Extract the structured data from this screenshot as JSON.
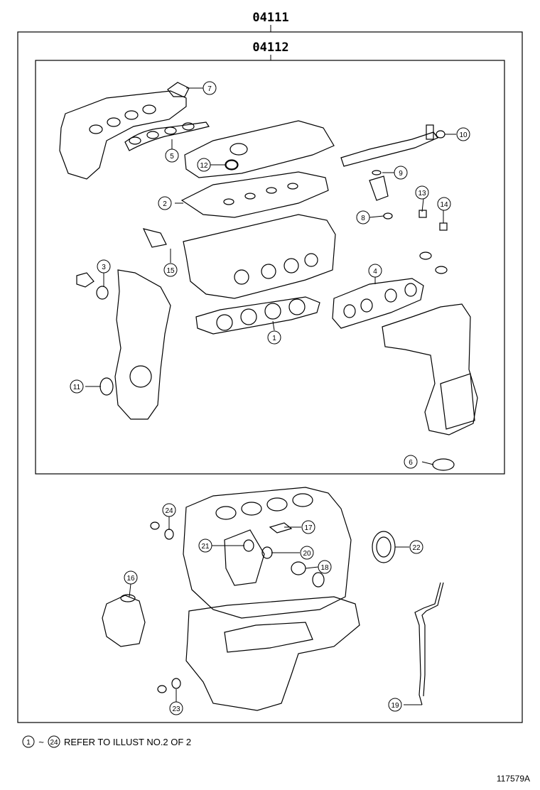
{
  "header": {
    "outer_code": "04111",
    "inner_code": "04112"
  },
  "callouts": [
    {
      "n": "1"
    },
    {
      "n": "2"
    },
    {
      "n": "3"
    },
    {
      "n": "4"
    },
    {
      "n": "5"
    },
    {
      "n": "6"
    },
    {
      "n": "7"
    },
    {
      "n": "8"
    },
    {
      "n": "9"
    },
    {
      "n": "10"
    },
    {
      "n": "11"
    },
    {
      "n": "12"
    },
    {
      "n": "13"
    },
    {
      "n": "14"
    },
    {
      "n": "15"
    },
    {
      "n": "16"
    },
    {
      "n": "17"
    },
    {
      "n": "18"
    },
    {
      "n": "19"
    },
    {
      "n": "20"
    },
    {
      "n": "21"
    },
    {
      "n": "22"
    },
    {
      "n": "23"
    },
    {
      "n": "24"
    }
  ],
  "footer": {
    "range_start": "1",
    "range_sep": "~",
    "range_end": "24",
    "note": "REFER TO ILLUST NO.2 OF 2",
    "illustration_id": "117579A"
  }
}
